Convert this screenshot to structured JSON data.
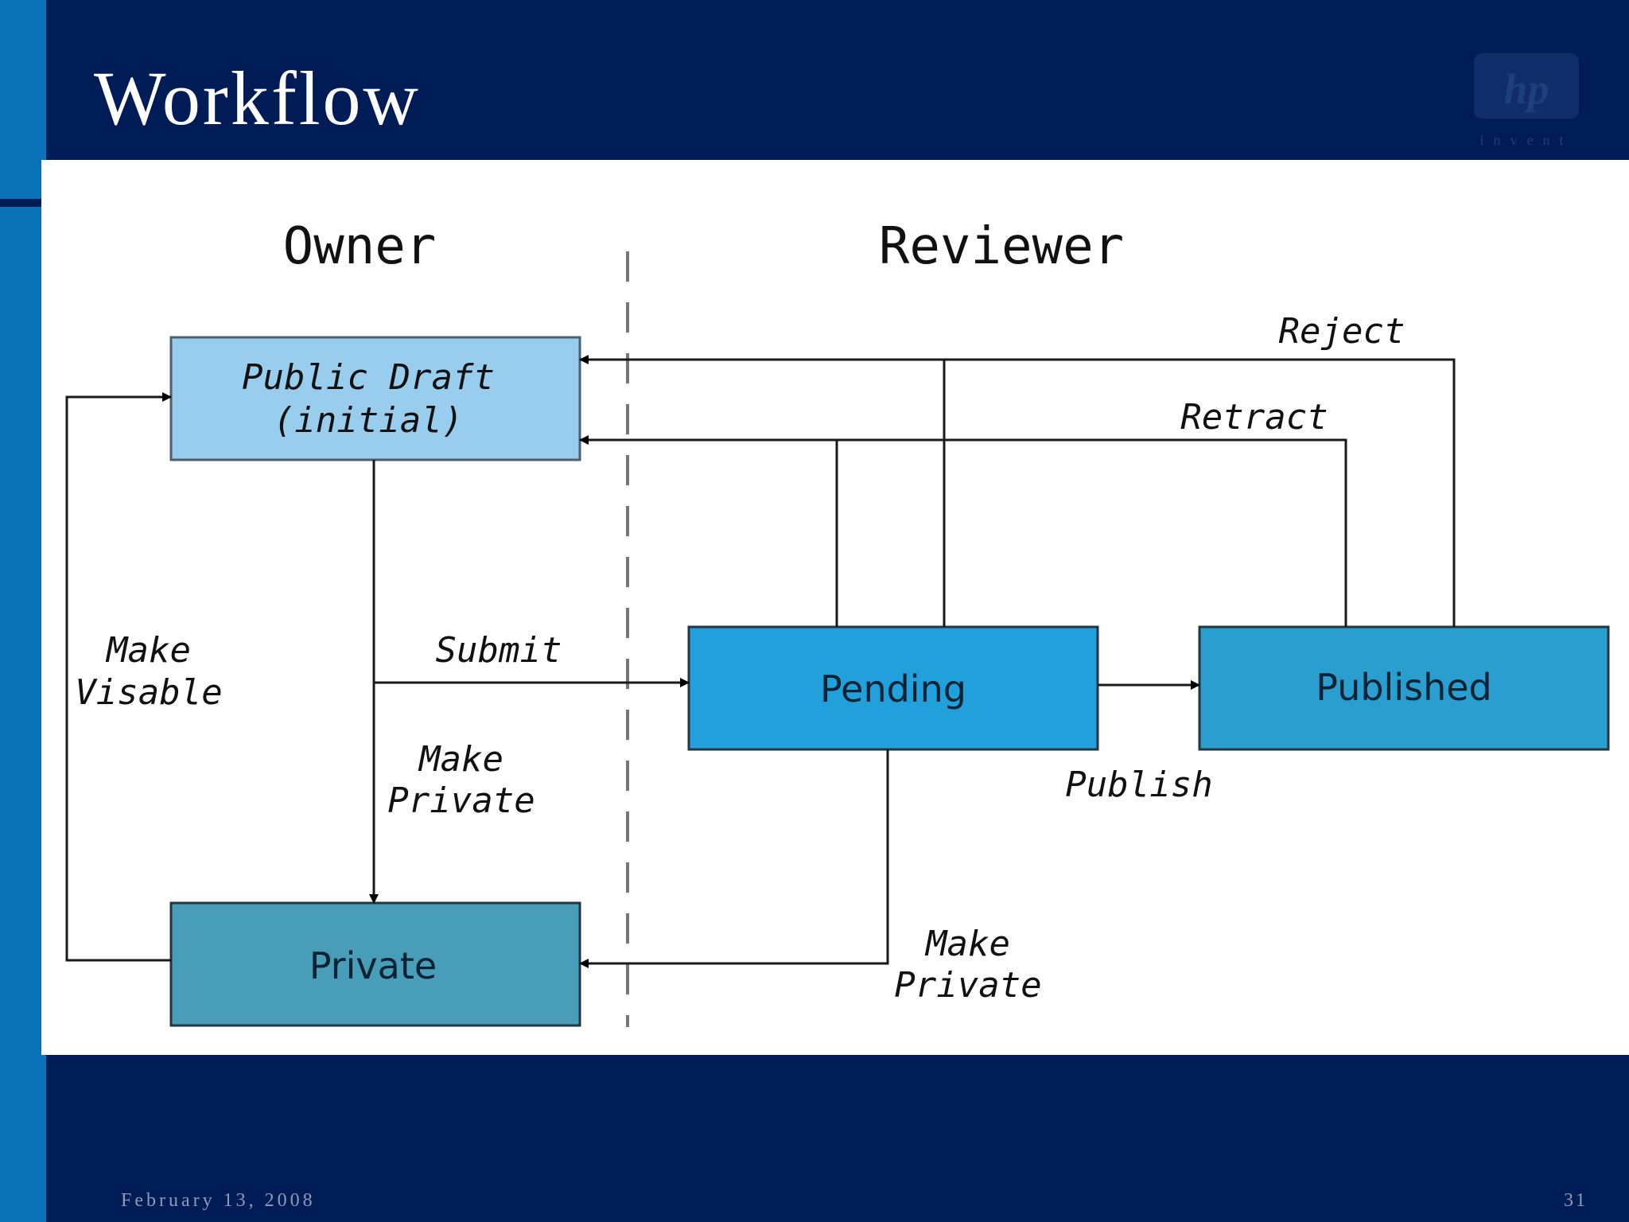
{
  "slide": {
    "title": "Workflow",
    "footer_date": "February 13, 2008",
    "page_number": "31"
  },
  "logo": {
    "text": "hp",
    "tagline": "invent"
  },
  "diagram": {
    "lanes": {
      "owner": "Owner",
      "reviewer": "Reviewer"
    },
    "nodes": {
      "public_draft_line1": "Public Draft",
      "public_draft_line2": "(initial)",
      "private": "Private",
      "pending": "Pending",
      "published": "Published"
    },
    "edges": {
      "reject": "Reject",
      "retract": "Retract",
      "submit": "Submit",
      "publish": "Publish",
      "make_visible_line1": "Make",
      "make_visible_line2": "Visable",
      "make_private_left_line1": "Make",
      "make_private_left_line2": "Private",
      "make_private_right_line1": "Make",
      "make_private_right_line2": "Private"
    }
  },
  "colors": {
    "background": "#001c57",
    "stripe": "#0a71b6",
    "public_draft": "#99cdee",
    "pending": "#22a0dc",
    "published": "#2a9ecf",
    "private": "#489eb8"
  }
}
